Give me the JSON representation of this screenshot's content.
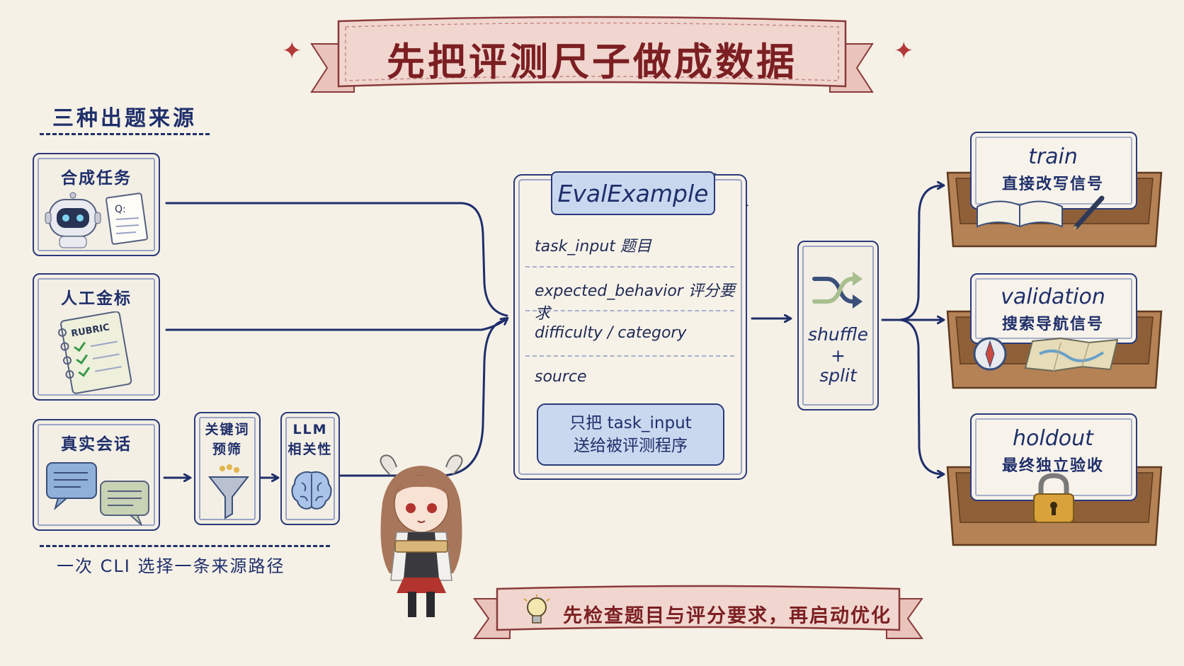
{
  "title": "先把评测尺子做成数据",
  "sources": {
    "heading": "三种出题来源",
    "synthetic": {
      "label": "合成任务",
      "q_text": "Q:"
    },
    "gold": {
      "label": "人工金标",
      "rubric_text": "RUBRIC"
    },
    "real": {
      "label": "真实会话"
    },
    "keyword": {
      "label_line1": "关键词",
      "label_line2": "预筛"
    },
    "llm": {
      "label_line1": "LLM",
      "label_line2": "相关性"
    },
    "cli_note": "一次 CLI 选择一条来源路径"
  },
  "eval_example": {
    "tag": "EvalExample",
    "fields": [
      "task_input 题目",
      "expected_behavior 评分要求",
      "difficulty / category",
      "source"
    ],
    "note_line1": "只把 task_input",
    "note_line2": "送给被评测程序"
  },
  "shuffle": {
    "line1": "shuffle",
    "line2": "+",
    "line3": "split"
  },
  "splits": [
    {
      "name": "train",
      "desc": "直接改写信号",
      "icon": "book-pen-icon"
    },
    {
      "name": "validation",
      "desc": "搜索导航信号",
      "icon": "compass-map-icon"
    },
    {
      "name": "holdout",
      "desc": "最终独立验收",
      "icon": "padlock-icon"
    }
  ],
  "tip": "先检查题目与评分要求，再启动优化",
  "colors": {
    "ink": "#1f2f6b",
    "banner_red": "#7c1f22",
    "banner_fill": "#efd3cc",
    "highlight_blue": "#c9d8ef",
    "tray_wood": "#b58255"
  }
}
